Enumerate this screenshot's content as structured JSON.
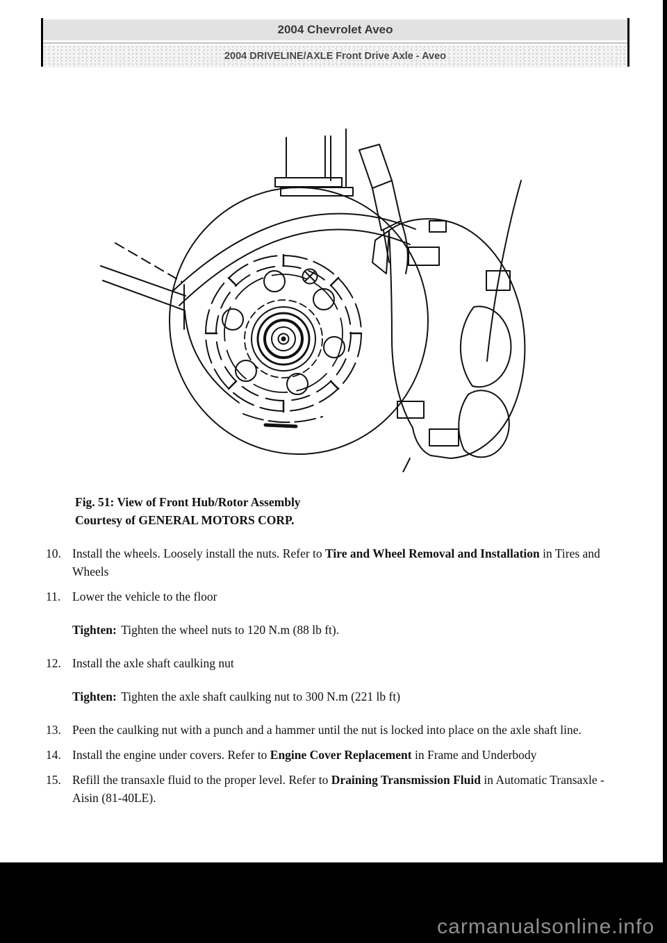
{
  "header": {
    "title": "2004 Chevrolet Aveo",
    "subtitle": "2004 DRIVELINE/AXLE Front Drive Axle - Aveo"
  },
  "figure": {
    "caption_line1": "Fig. 51: View of Front Hub/Rotor Assembly",
    "caption_line2": "Courtesy of GENERAL MOTORS CORP."
  },
  "steps": [
    {
      "num": "10.",
      "segments": [
        {
          "text": "Install the wheels. Loosely install the nuts. Refer to ",
          "bold": false
        },
        {
          "text": "Tire and Wheel Removal and Installation",
          "bold": true
        },
        {
          "text": " in Tires and Wheels",
          "bold": false
        }
      ]
    },
    {
      "num": "11.",
      "segments": [
        {
          "text": "Lower the vehicle to the floor",
          "bold": false
        }
      ],
      "note": [
        {
          "text": "Tighten: ",
          "bold": true
        },
        {
          "text": "Tighten the wheel nuts to 120 N.m (88 lb ft).",
          "bold": false
        }
      ]
    },
    {
      "num": "12.",
      "segments": [
        {
          "text": "Install the axle shaft caulking nut",
          "bold": false
        }
      ],
      "note": [
        {
          "text": "Tighten: ",
          "bold": true
        },
        {
          "text": "Tighten the axle shaft caulking nut to 300 N.m (221 lb ft)",
          "bold": false
        }
      ]
    },
    {
      "num": "13.",
      "segments": [
        {
          "text": "Peen the caulking nut with a punch and a hammer until the nut is locked into place on the axle shaft line.",
          "bold": false
        }
      ]
    },
    {
      "num": "14.",
      "segments": [
        {
          "text": "Install the engine under covers. Refer to ",
          "bold": false
        },
        {
          "text": "Engine Cover Replacement",
          "bold": true
        },
        {
          "text": " in Frame and Underbody",
          "bold": false
        }
      ]
    },
    {
      "num": "15.",
      "segments": [
        {
          "text": "Refill the transaxle fluid to the proper level. Refer to ",
          "bold": false
        },
        {
          "text": "Draining Transmission Fluid",
          "bold": true
        },
        {
          "text": " in Automatic Transaxle - Aisin (81-40LE).",
          "bold": false
        }
      ]
    }
  ],
  "watermark": "carmanualsonline.info",
  "colors": {
    "header_bar_bg": "#e2e2e2",
    "footer_bg": "#000000",
    "watermark_text": "#8f8f8f",
    "line_art": "#111111"
  }
}
